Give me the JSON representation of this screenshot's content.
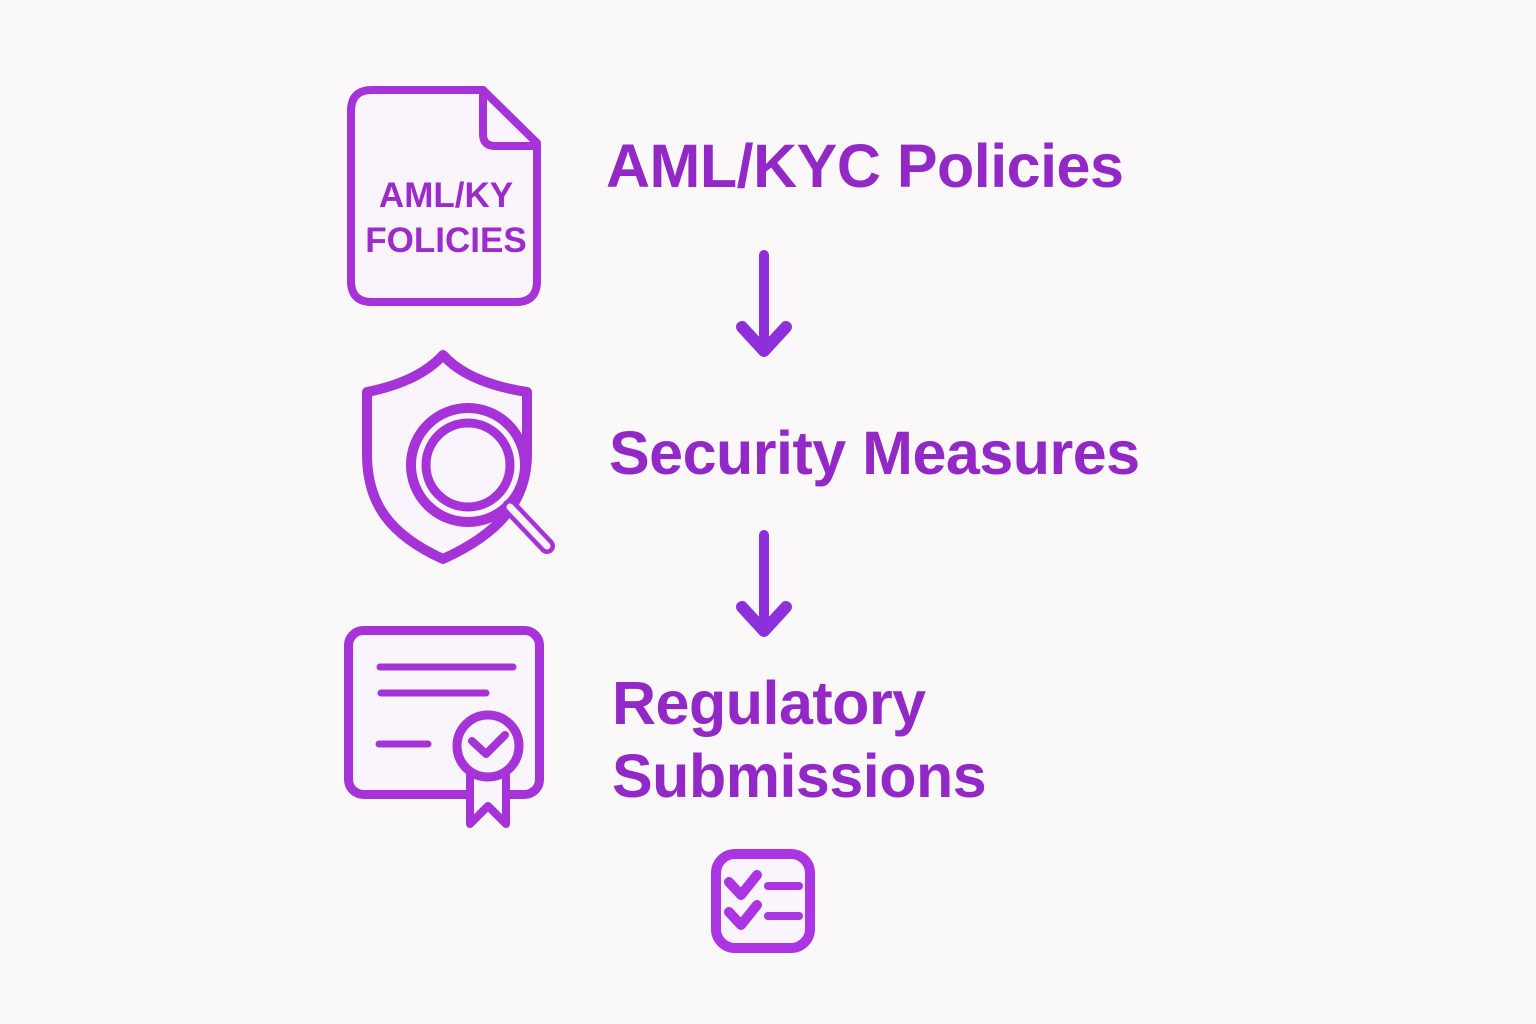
{
  "palette": {
    "bg": "#fbf8f9",
    "heading": "#9229c6",
    "doc-label": "#9c2bc9",
    "icon-stroke": "#a533d8",
    "icon-fill": "#faf4fc",
    "arrow": "#8d2fdb",
    "checklist-stroke": "#ab34e3"
  },
  "steps": [
    {
      "title": "AML/KYC Policies",
      "icon": "document-icon",
      "doc_label": {
        "line1": "AML/KY",
        "line2": "FOLICIES"
      }
    },
    {
      "title": "Security Measures",
      "icon": "shield-magnifier-icon"
    },
    {
      "title": "Regulatory Submissions",
      "icon": "certificate-icon"
    }
  ],
  "connectors": {
    "type": "down-arrow",
    "count": 2
  },
  "footer": {
    "icon": "checklist-icon"
  }
}
